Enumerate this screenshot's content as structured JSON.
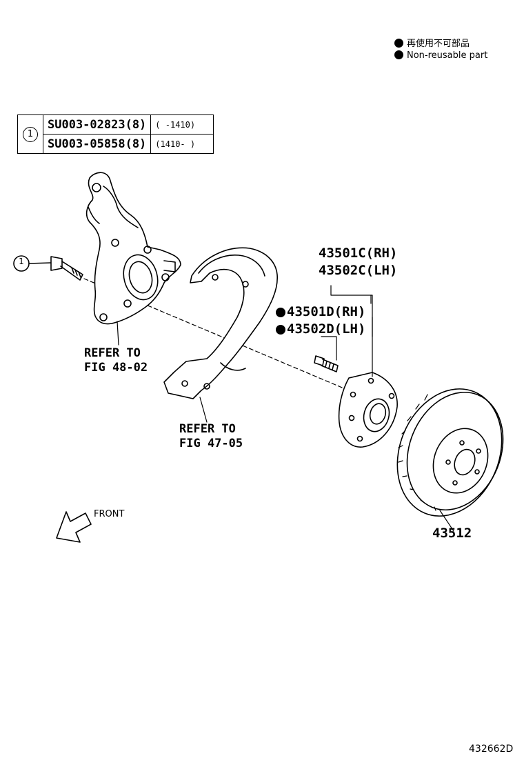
{
  "legend": {
    "jp": "再使用不可部品",
    "en": "Non-reusable part"
  },
  "ref_table": {
    "index": "1",
    "rows": [
      {
        "part": "SU003-02823(8)",
        "date": "(     -1410)"
      },
      {
        "part": "SU003-05858(8)",
        "date": "(1410-     )"
      }
    ]
  },
  "bolt_marker": "1",
  "labels": {
    "hub_rh": "43501C(RH)",
    "hub_lh": "43502C(LH)",
    "bolt_rh": "43501D(RH)",
    "bolt_lh": "43502D(LH)",
    "disc": "43512",
    "knuckle_ref_1": "REFER TO",
    "knuckle_ref_2": "FIG 48-02",
    "cover_ref_1": "REFER TO",
    "cover_ref_2": "FIG 47-05",
    "front": "FRONT"
  },
  "figure_id": "432662D"
}
